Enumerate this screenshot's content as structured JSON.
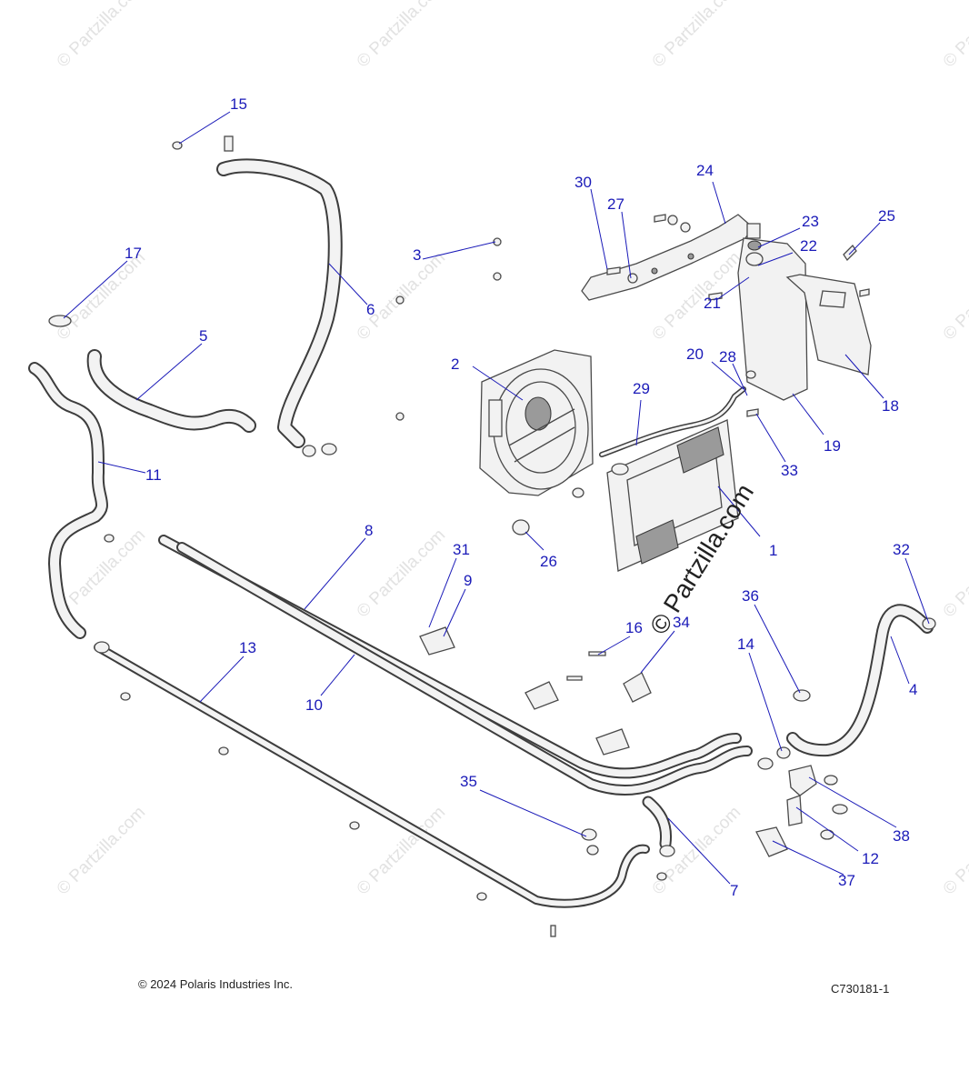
{
  "watermark": {
    "text": "© Partzilla.com"
  },
  "brand_mark": {
    "text": "© Partzilla.com"
  },
  "footer": {
    "copyright": "© 2024 Polaris Industries Inc.",
    "diagram_id": "C730181-1"
  },
  "callouts": [
    "1",
    "2",
    "3",
    "4",
    "5",
    "6",
    "7",
    "8",
    "9",
    "10",
    "11",
    "12",
    "13",
    "14",
    "15",
    "16",
    "17",
    "18",
    "19",
    "20",
    "21",
    "22",
    "23",
    "24",
    "25",
    "26",
    "27",
    "28",
    "29",
    "30",
    "31",
    "32",
    "33",
    "34",
    "35",
    "36",
    "37",
    "38"
  ],
  "colors": {
    "callout": "#1a1ab8",
    "line_art": "#3d3d3d"
  }
}
